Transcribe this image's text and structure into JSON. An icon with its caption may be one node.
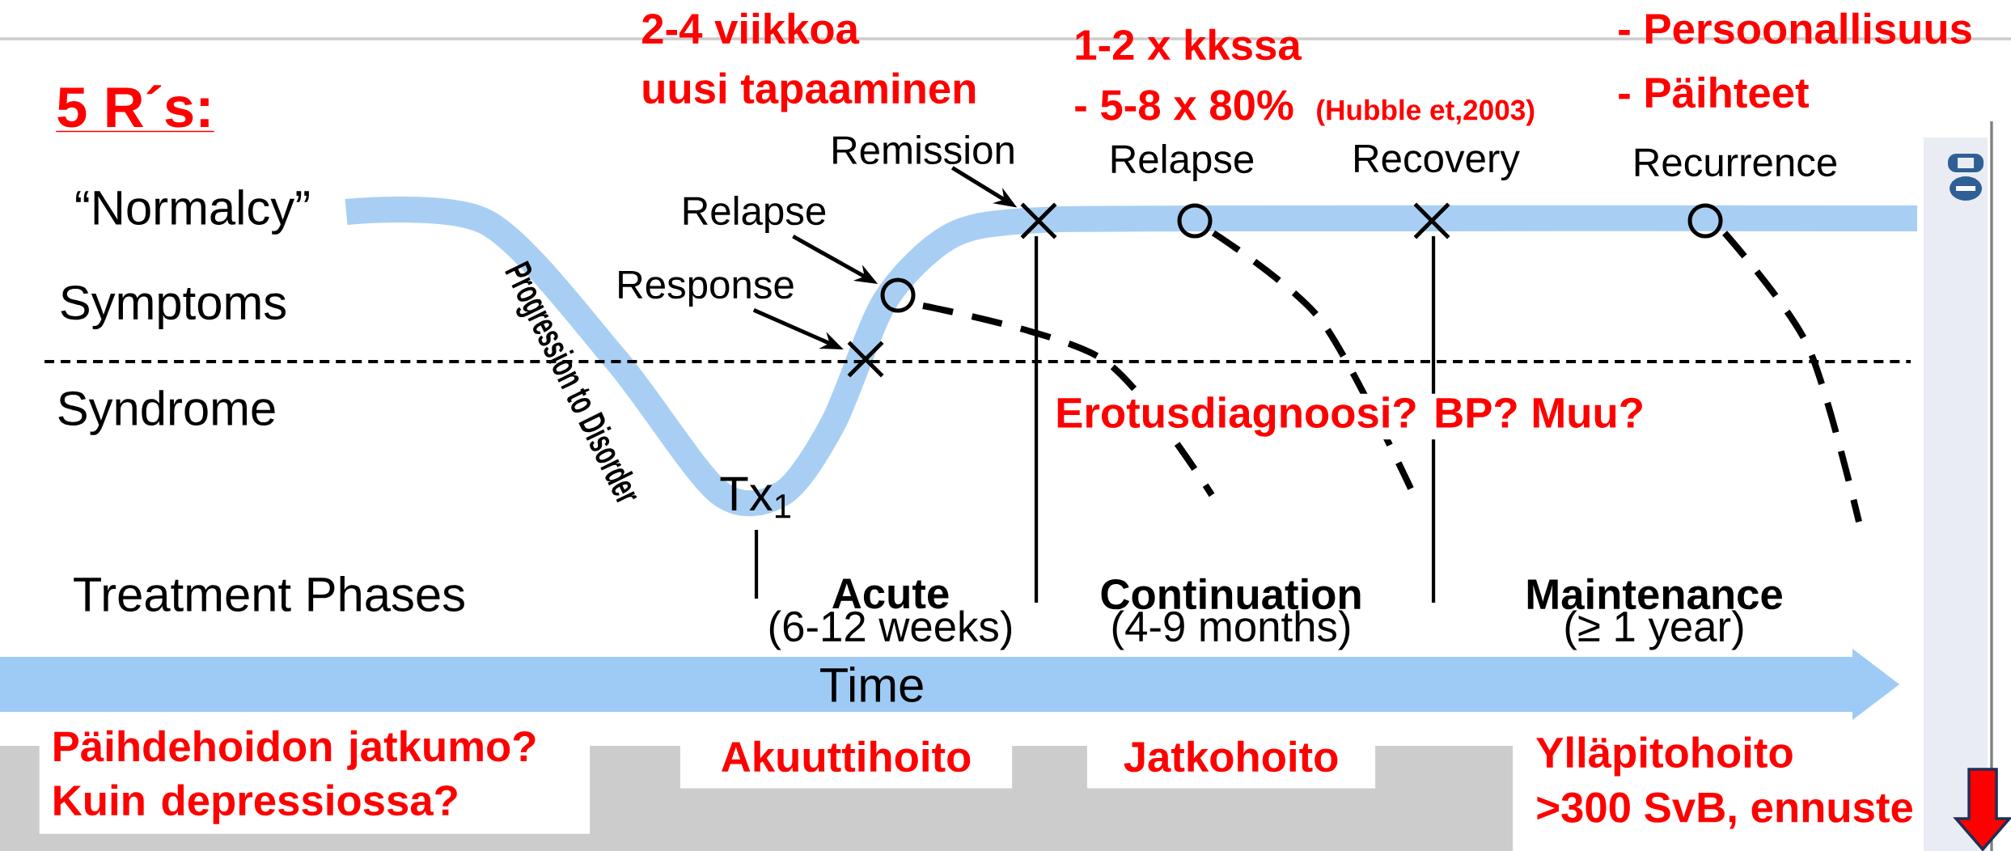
{
  "diagram": {
    "nodes": [
      {
        "text": [
          "Remission"
        ]
      },
      {
        "text": [],
        "shape": "cross"
      },
      {
        "text": [
          "Relapse"
        ]
      },
      {
        "text": [],
        "shape": "circle"
      },
      {
        "text": [
          "Response"
        ]
      },
      {
        "text": [],
        "shape": "cross"
      },
      {
        "text": [],
        "shape": "circle",
        "beside": [
          "Relapse"
        ]
      },
      {
        "text": [],
        "shape": "cross",
        "beside": [
          "Recovery"
        ]
      },
      {
        "text": [],
        "shape": "circle",
        "beside": [
          "Recurrence"
        ]
      },
      {
        "text": [
          "Time"
        ]
      }
    ],
    "edges": [
      {
        "from": 0,
        "to": 1,
        "arrow": "to"
      },
      {
        "from": 2,
        "to": 3,
        "arrow": "to"
      },
      {
        "from": 4,
        "to": 5,
        "arrow": "to"
      }
    ],
    "labels": [
      "5 R´s:",
      "2-4 viikkoa",
      "uusi tapaaminen",
      "1-2 x kkssa",
      "- 5-8 x 80%",
      "(Hubble et,2003)",
      "- Persoonallisuus",
      "- Päihteet",
      "“Normalcy”",
      "Symptoms",
      "Progression to Disorder",
      "Syndrome",
      "Erotusdiagnoosi? BP? Muu?",
      "Tx$_{1}$",
      "Treatment Phases",
      "Acute",
      "(6-12 weeks)",
      "Continuation",
      "(4-9 months)",
      "Maintenance",
      "(≥ 1 year)",
      "Päihdehoidon jatkumo? Kuin depressiossa?",
      "Akuuttihoito",
      "Jatkohoito",
      "Ylläpitohoito",
      ">300 SvB, ennuste"
    ]
  }
}
